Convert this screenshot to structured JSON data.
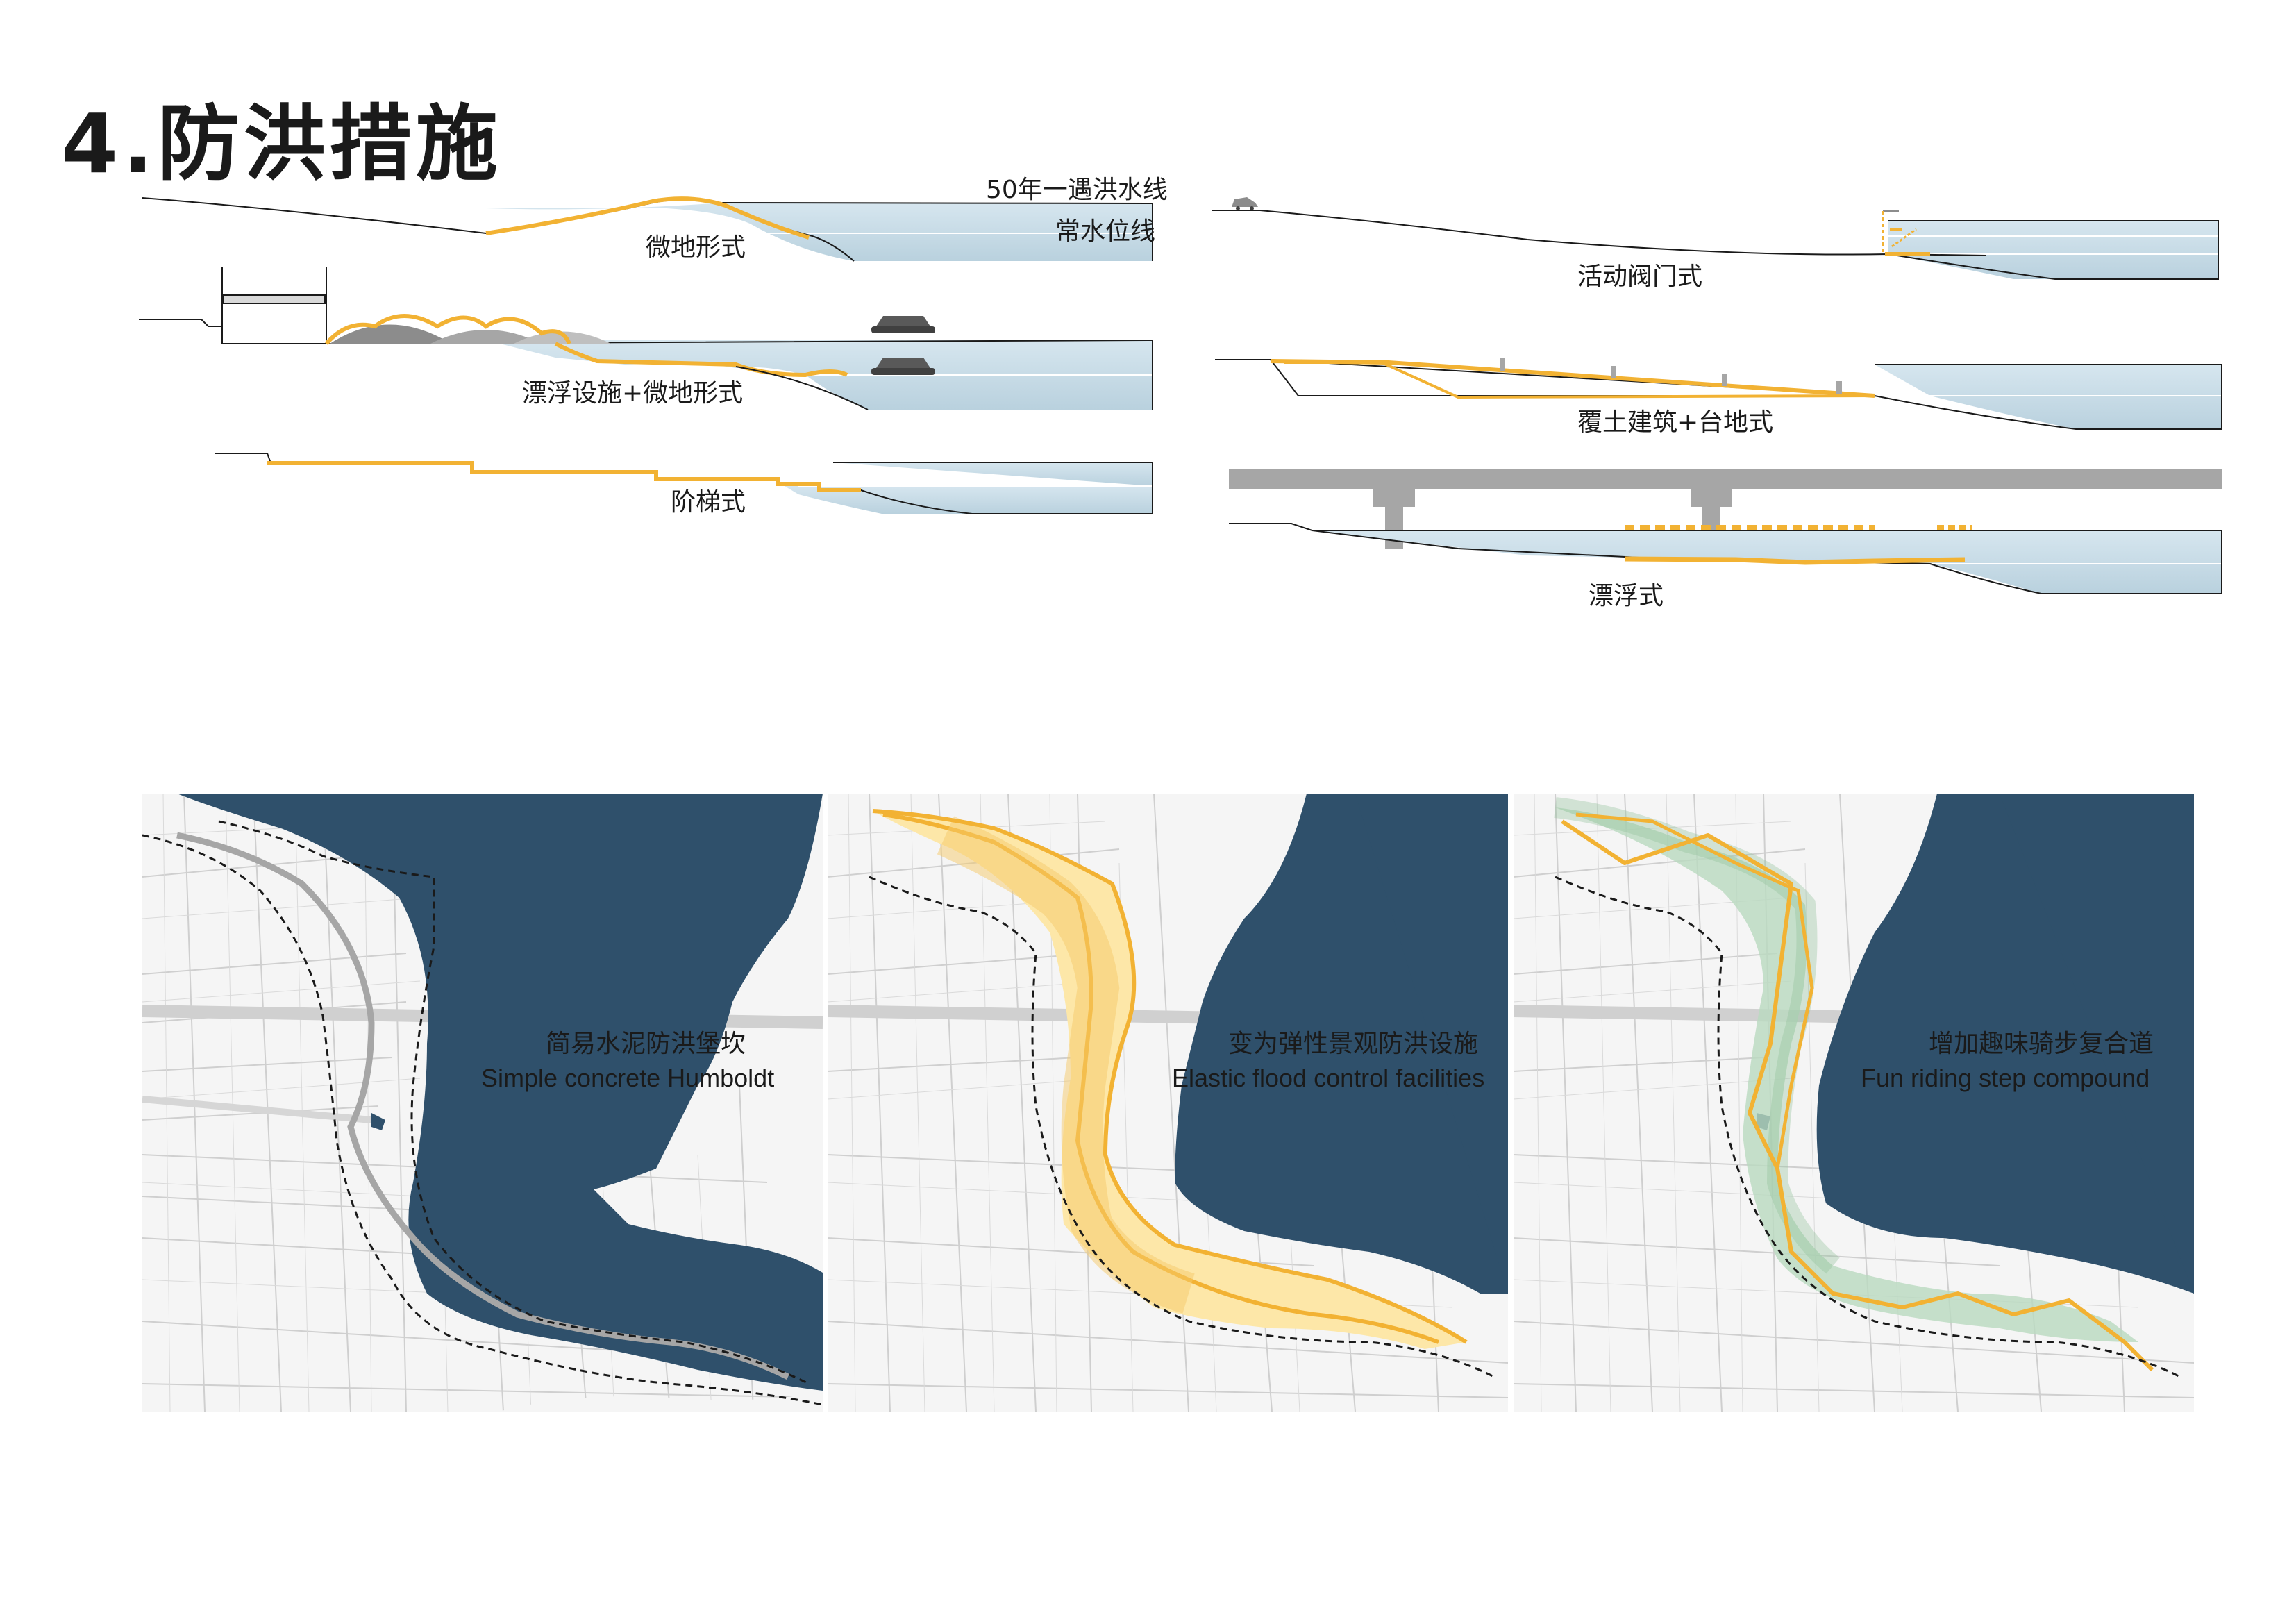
{
  "title": "4.防洪措施",
  "sections": {
    "flood_line_label": "50年一遇洪水线",
    "normal_level_label": "常水位线",
    "micro_terrain": "微地形式",
    "floating_micro": "漂浮设施+微地形式",
    "stepped": "阶梯式",
    "movable_gate": "活动阀门式",
    "covered_platform": "覆土建筑+台地式",
    "floating": "漂浮式"
  },
  "maps": [
    {
      "cn": "简易水泥防洪堡坎",
      "en": "Simple concrete Humboldt"
    },
    {
      "cn": "变为弹性景观防洪设施",
      "en": "Elastic flood control facilities"
    },
    {
      "cn": "增加趣味骑步复合道",
      "en": "Fun riding step compound"
    }
  ],
  "colors": {
    "water_section": "#c7dbe6",
    "water_map": "#2f506b",
    "accent_yellow": "#f2b233",
    "green": "#9cc7a4",
    "grey_structure": "#a6a6a6"
  }
}
